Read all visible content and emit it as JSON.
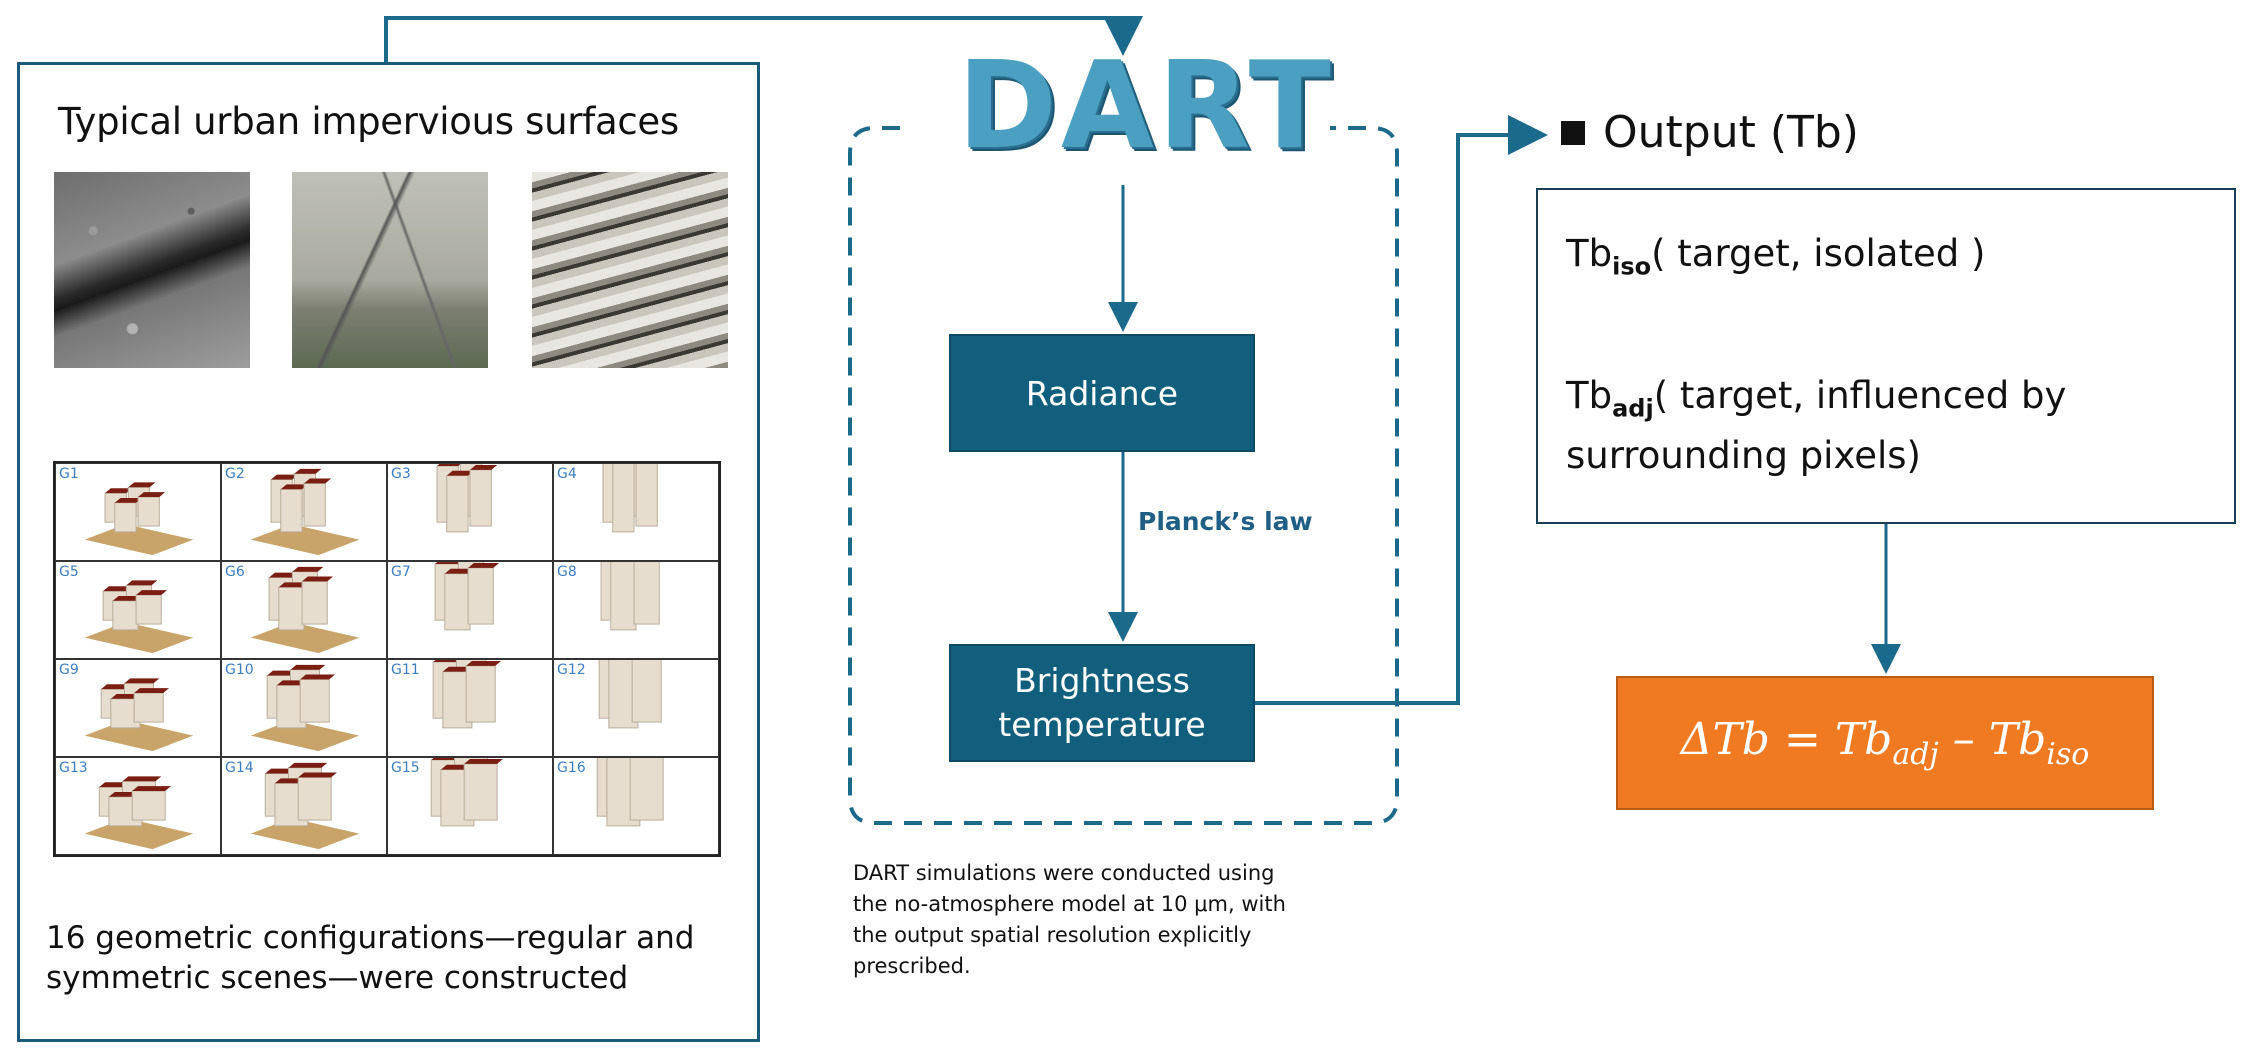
{
  "colors": {
    "accent": "#1b5a7a",
    "box_fill": "#125e7d",
    "planck_text": "#1f5f86",
    "delta_fill": "#f07a22",
    "grid_label": "#3a7ec2",
    "roof": "#7a1e14",
    "ground": "#c9a46a",
    "building": "#e6ddcf"
  },
  "left_panel": {
    "title": "Typical urban impervious surfaces",
    "photos": [
      "asphalt-crack-photo",
      "concrete-wall-photo",
      "corrugated-roof-photo"
    ],
    "grid_labels": [
      "G1",
      "G2",
      "G3",
      "G4",
      "G5",
      "G6",
      "G7",
      "G8",
      "G9",
      "G10",
      "G11",
      "G12",
      "G13",
      "G14",
      "G15",
      "G16"
    ],
    "caption_line1": "16 geometric configurations—regular and",
    "caption_line2": "symmetric scenes—were constructed"
  },
  "dart": {
    "logo": "DART",
    "radiance_label": "Radiance",
    "planck_label": "Planck’s law",
    "bt_line1": "Brightness",
    "bt_line2": "temperature",
    "caption_line1": "DART simulations were conducted using",
    "caption_line2": "the no-atmosphere model at 10 μm, with",
    "caption_line3": "the output spatial resolution explicitly",
    "caption_line4": "prescribed."
  },
  "output": {
    "heading": "Output (Tb)",
    "tb_iso_base": "Tb",
    "tb_iso_sub": "iso",
    "tb_iso_text": "( target, isolated )",
    "tb_adj_base": "Tb",
    "tb_adj_sub": "adj",
    "tb_adj_text_line1": "( target, influenced by",
    "tb_adj_text_line2": "surrounding pixels)",
    "formula_lhs": "ΔTb = Tb",
    "formula_sub1": "adj",
    "formula_mid": " – Tb",
    "formula_sub2": "iso"
  }
}
